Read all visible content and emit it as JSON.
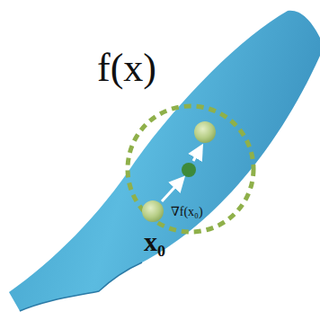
{
  "diagram": {
    "labels": [
      "f(x)",
      "∇f(x₀)",
      "x₀"
    ]
  }
}
